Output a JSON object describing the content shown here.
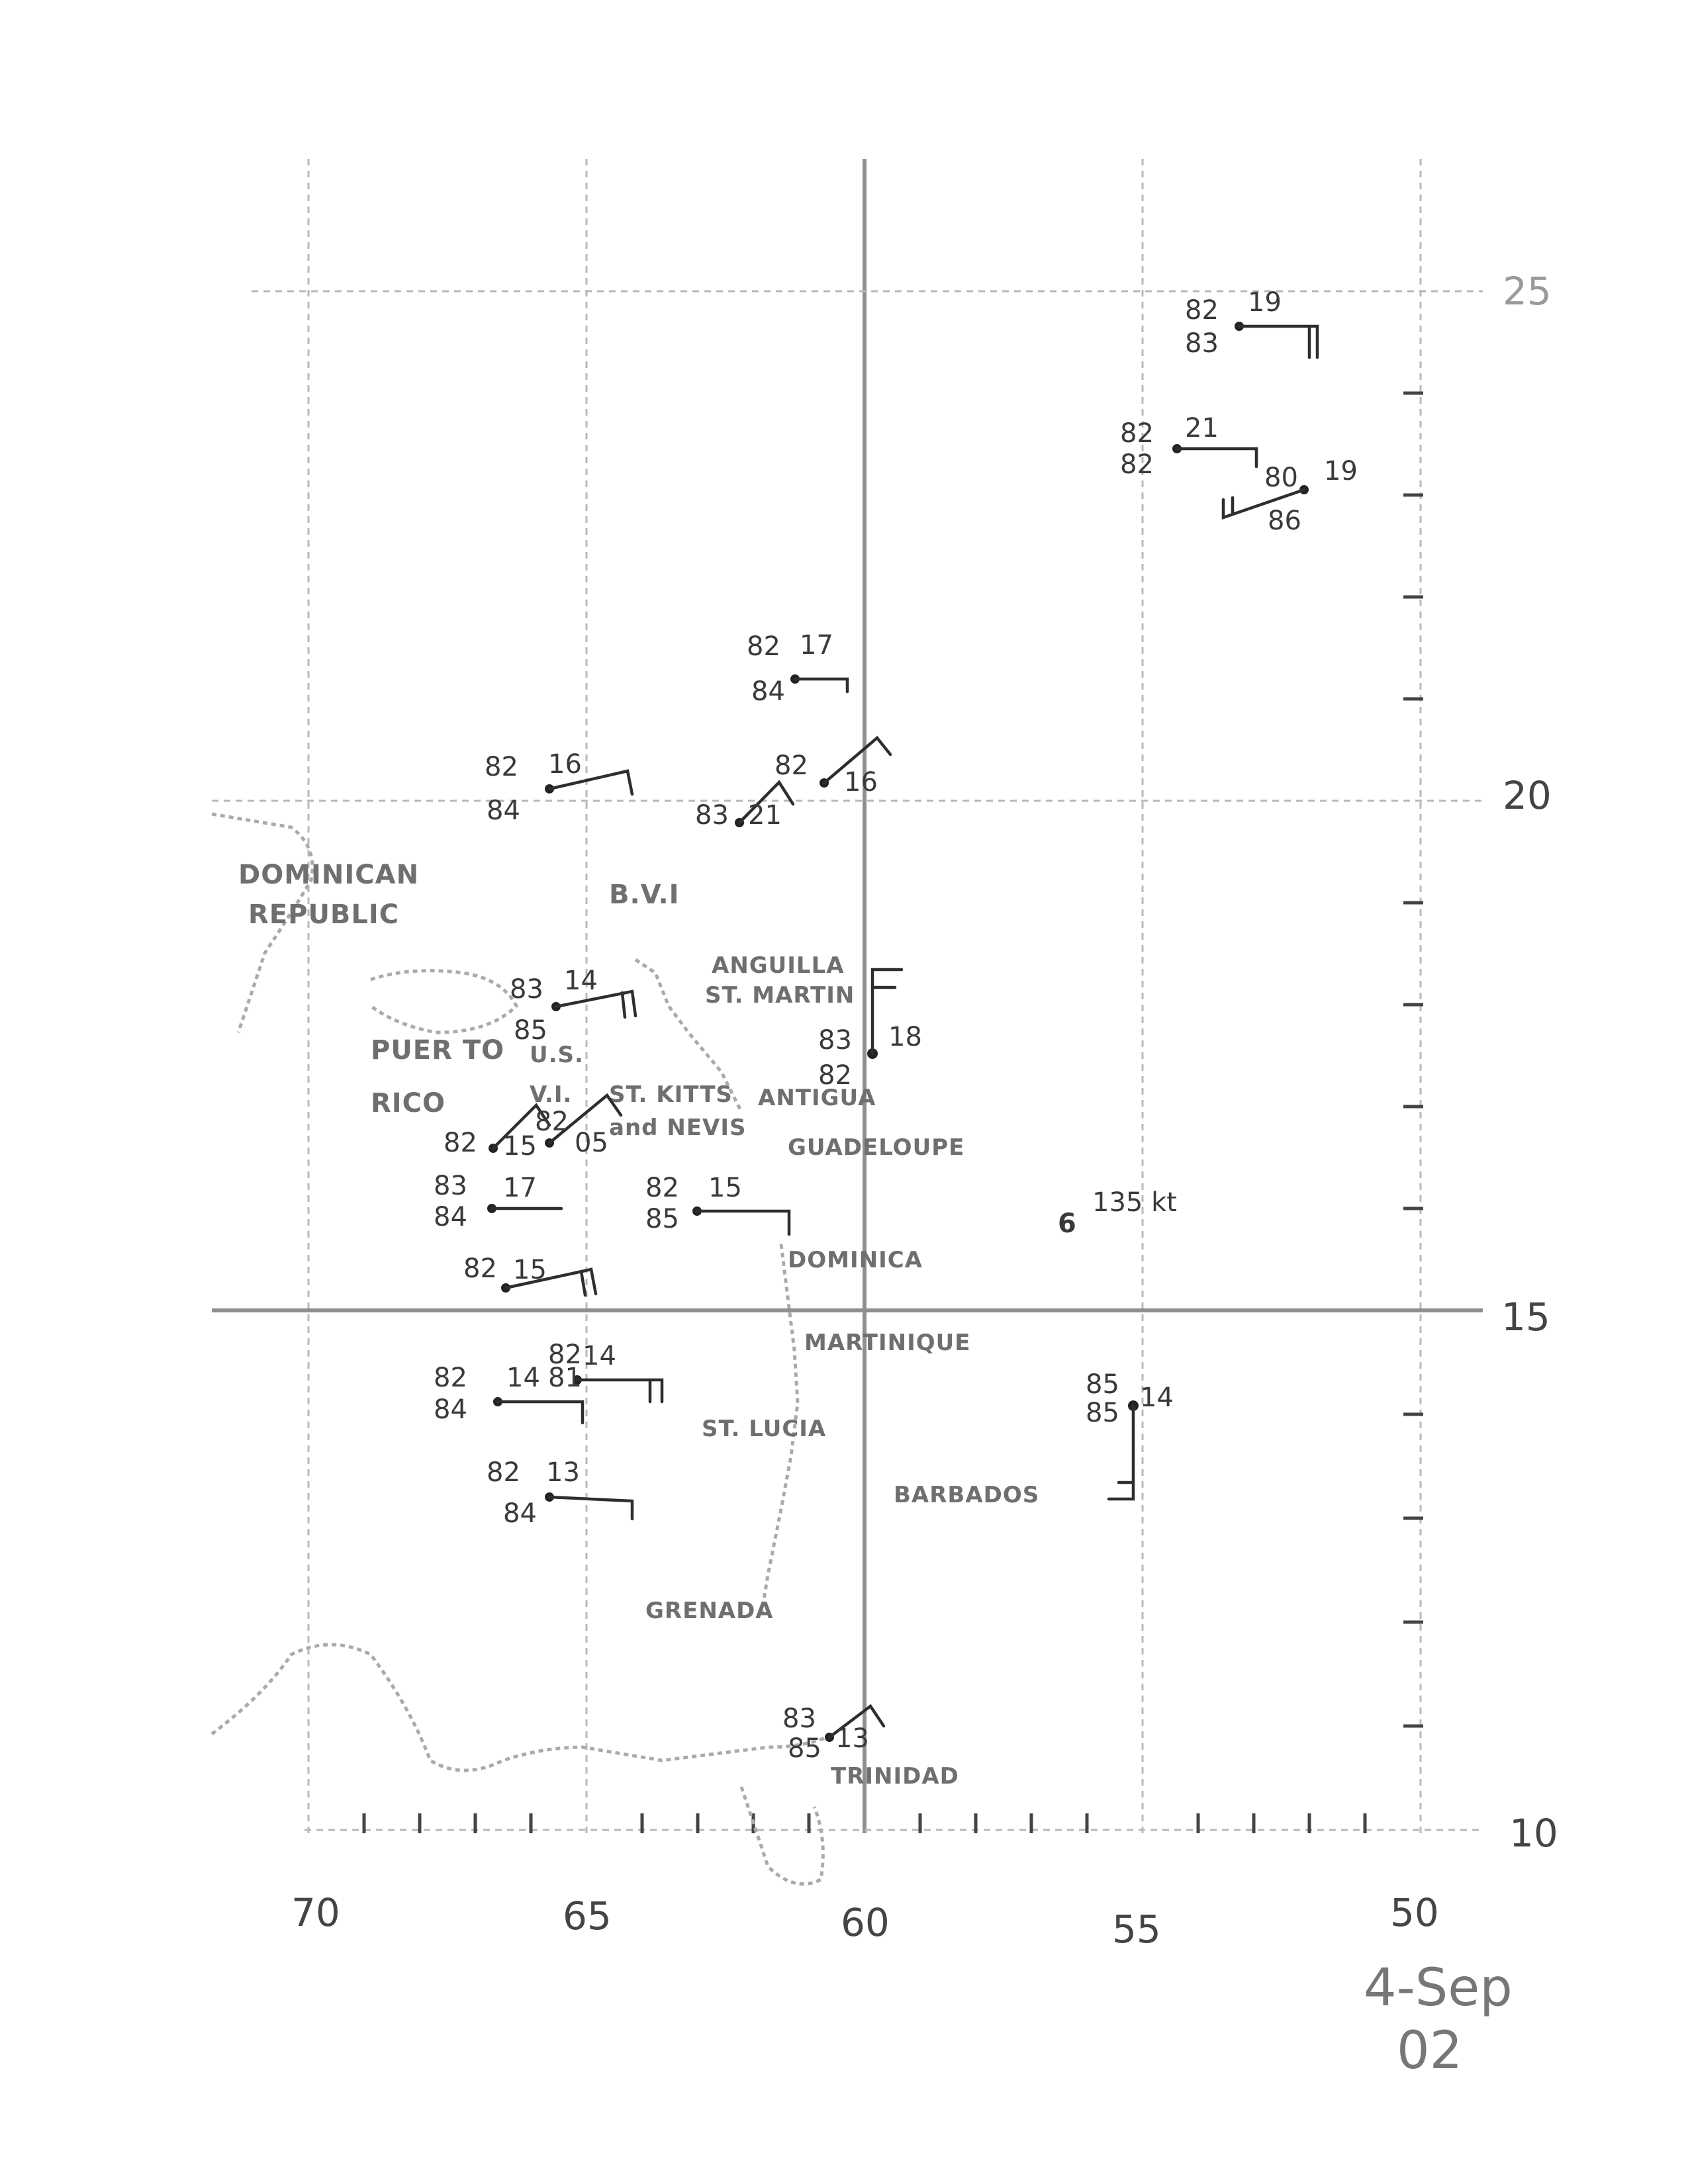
{
  "map": {
    "lon_axis": {
      "labels": [
        "70",
        "65",
        "60",
        "55",
        "50"
      ]
    },
    "lat_axis": {
      "labels": [
        "25",
        "20",
        "15",
        "10"
      ]
    },
    "places": {
      "dominican_republic_1": "DOMINICAN",
      "dominican_republic_2": "REPUBLIC",
      "bvi": "B.V.I",
      "anguilla": "ANGUILLA",
      "st_martin": "ST. MARTIN",
      "puerto_rico_1": "PUER TO",
      "puerto_rico_2": "RICO",
      "usvi_1": "U.S.",
      "usvi_2": "V.I.",
      "st_kitts_1": "ST. KITTS",
      "st_kitts_2": "and NEVIS",
      "antigua": "ANTIGUA",
      "guadeloupe": "GUADELOUPE",
      "dominica": "DOMINICA",
      "martinique": "MARTINIQUE",
      "st_lucia": "ST. LUCIA",
      "barbados": "BARBADOS",
      "grenada": "GRENADA",
      "trinidad": "TRINIDAD"
    },
    "observations": [
      {
        "id": "obs-1",
        "air_temp": "82",
        "sea_temp": "83",
        "wind": "19"
      },
      {
        "id": "obs-2",
        "air_temp": "82",
        "sea_temp": "82",
        "wind": "21"
      },
      {
        "id": "obs-3",
        "air_temp": "80",
        "sea_temp": "86",
        "wind": "19"
      },
      {
        "id": "obs-4",
        "air_temp": "82",
        "sea_temp": "84",
        "wind": "17"
      },
      {
        "id": "obs-5",
        "air_temp": "82",
        "sea_temp": "84",
        "wind": "16"
      },
      {
        "id": "obs-6",
        "air_temp": "82",
        "sea_temp": "",
        "wind": "16"
      },
      {
        "id": "obs-7",
        "air_temp": "",
        "sea_temp": "83",
        "wind": "21"
      },
      {
        "id": "obs-8",
        "air_temp": "83",
        "sea_temp": "85",
        "wind": "14"
      },
      {
        "id": "obs-9",
        "air_temp": "83",
        "sea_temp": "82",
        "wind": "18"
      },
      {
        "id": "obs-10",
        "air_temp": "82",
        "sea_temp": "",
        "wind": "15"
      },
      {
        "id": "obs-11",
        "air_temp": "82",
        "sea_temp": "",
        "wind": "05"
      },
      {
        "id": "obs-12",
        "air_temp": "83",
        "sea_temp": "84",
        "wind": "17"
      },
      {
        "id": "obs-13",
        "air_temp": "82",
        "sea_temp": "85",
        "wind": "15"
      },
      {
        "id": "obs-14",
        "air_temp": "82",
        "sea_temp": "",
        "wind": "15"
      },
      {
        "id": "obs-15",
        "air_temp": "82",
        "sea_temp": "84",
        "wind": "14"
      },
      {
        "id": "obs-16",
        "air_temp": "82",
        "sea_temp": "81",
        "wind": "14"
      },
      {
        "id": "obs-17",
        "air_temp": "85",
        "sea_temp": "85",
        "wind": "14"
      },
      {
        "id": "obs-18",
        "air_temp": "82",
        "sea_temp": "84",
        "wind": "13"
      },
      {
        "id": "obs-19",
        "air_temp": "83",
        "sea_temp": "85",
        "wind": "13"
      }
    ],
    "storm": {
      "symbol": "6",
      "label": "135 kt"
    },
    "date": {
      "line1": "4-Sep",
      "line2": "02"
    }
  }
}
